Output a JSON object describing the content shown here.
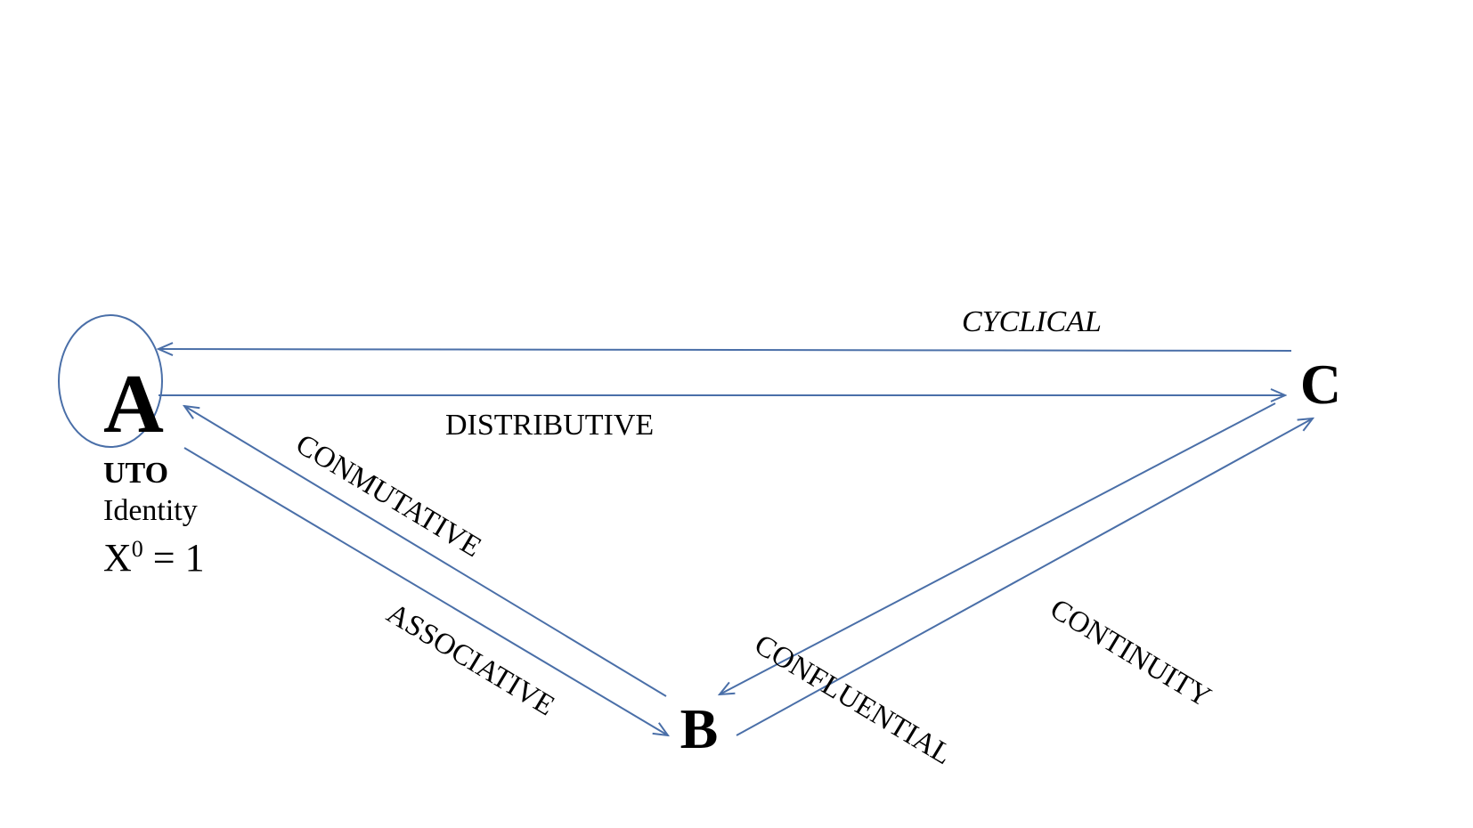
{
  "nodes": {
    "a": "A",
    "b": "B",
    "c": "C"
  },
  "edges": {
    "cyclical": "CYCLICAL",
    "distributive": "DISTRIBUTIVE",
    "conmutative": "CONMUTATIVE",
    "associative": "ASSOCIATIVE",
    "confluential": "CONFLUENTIAL",
    "continuity": "CONTINUITY"
  },
  "annotation": {
    "uto": "UTO",
    "identity": "Identity",
    "formula_base": "X",
    "formula_exp": "0",
    "formula_rest": " = 1"
  },
  "colors": {
    "edge": "#4a6fa8",
    "text": "#000000",
    "background": "#ffffff"
  }
}
